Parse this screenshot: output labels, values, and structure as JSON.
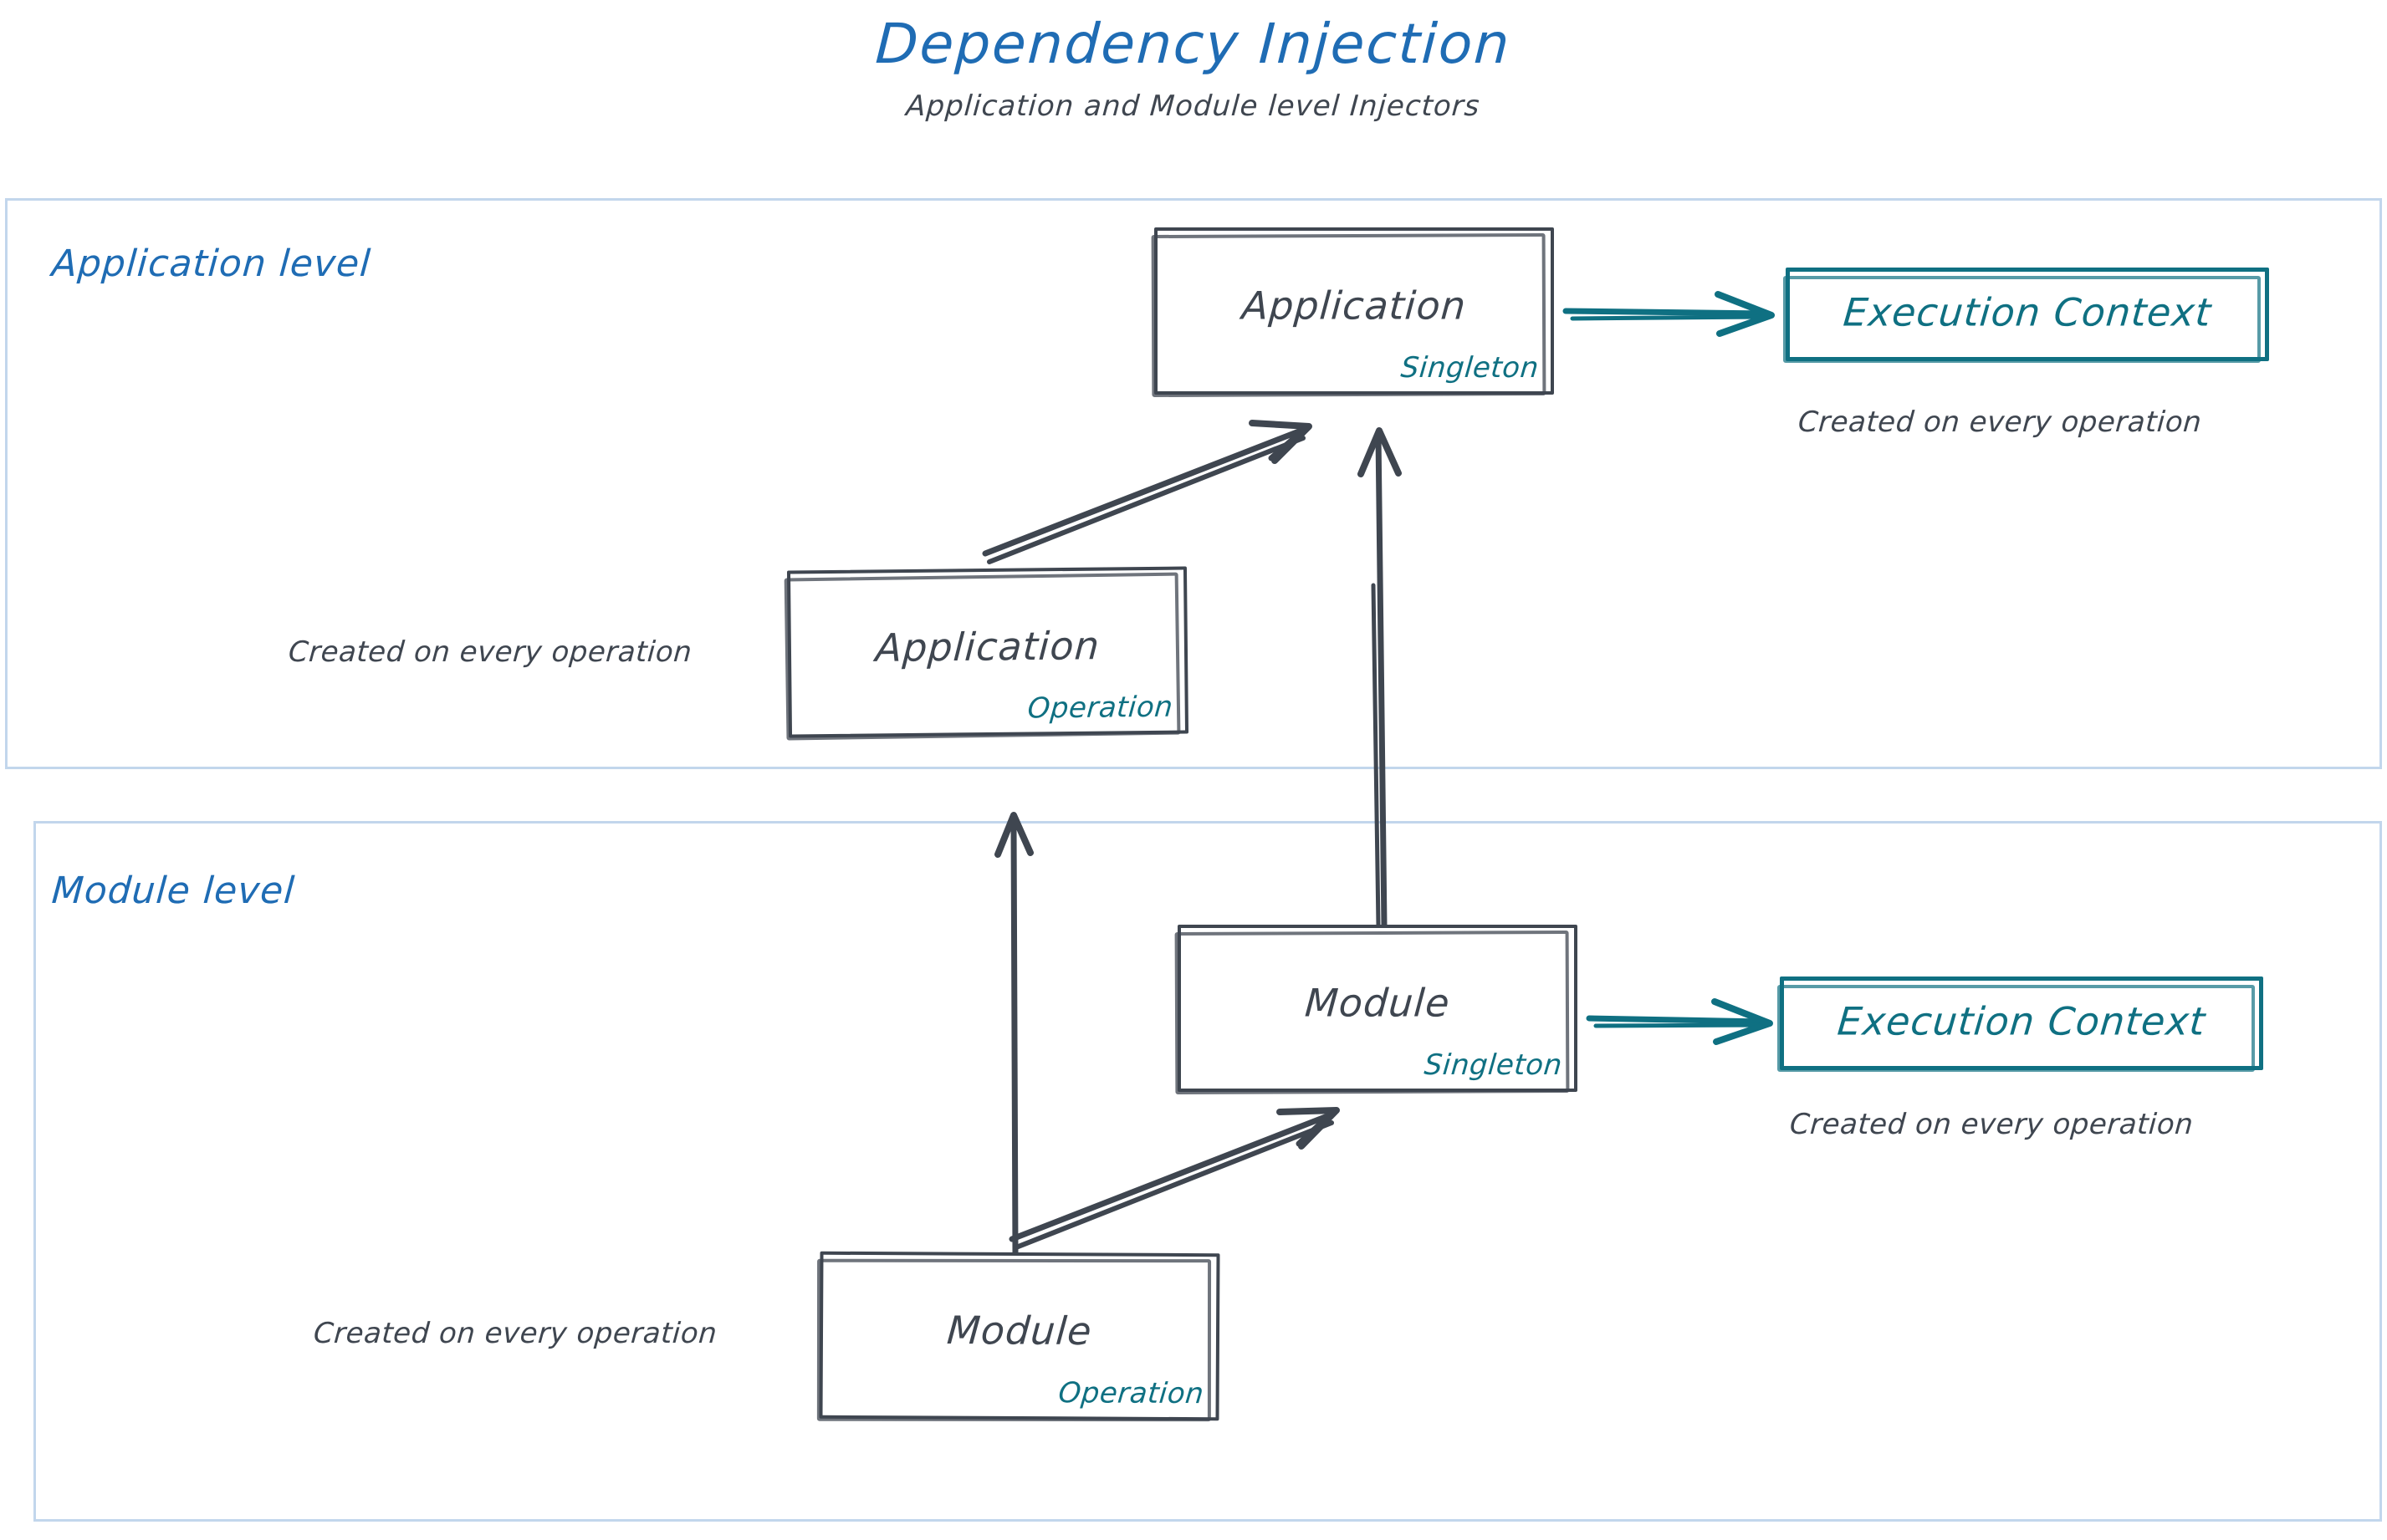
{
  "header": {
    "title": "Dependency Injection",
    "subtitle": "Application and Module level Injectors"
  },
  "colors": {
    "title_blue": "#1f6cb4",
    "lane_border": "#c2d6ec",
    "node_stroke": "#3f4650",
    "text_dark": "#3f4650",
    "teal": "#0f7082"
  },
  "lanes": [
    {
      "id": "application",
      "label": "Application level"
    },
    {
      "id": "module",
      "label": "Module level"
    }
  ],
  "nodes": [
    {
      "id": "app-singleton",
      "title": "Application",
      "scope": "Singleton",
      "lane": "application"
    },
    {
      "id": "app-operation",
      "title": "Application",
      "scope": "Operation",
      "lane": "application"
    },
    {
      "id": "module-singleton",
      "title": "Module",
      "scope": "Singleton",
      "lane": "module"
    },
    {
      "id": "module-operation",
      "title": "Module",
      "scope": "Operation",
      "lane": "module"
    }
  ],
  "exec_contexts": [
    {
      "id": "exec-app",
      "label": "Execution Context",
      "caption": "Created on every operation"
    },
    {
      "id": "exec-module",
      "label": "Execution Context",
      "caption": "Created on every operation"
    }
  ],
  "captions": {
    "app_operation": "Created on every operation",
    "module_operation": "Created on every operation",
    "exec_app": "Created on every operation",
    "exec_module": "Created on every operation"
  },
  "edges": [
    {
      "id": "edge-app-op-to-app-singleton",
      "from": "app-operation",
      "to": "app-singleton",
      "style": "sketch-arrow",
      "color": "#3f4650"
    },
    {
      "id": "edge-module-singleton-to-app-singleton",
      "from": "module-singleton",
      "to": "app-singleton",
      "style": "sketch-arrow",
      "color": "#3f4650"
    },
    {
      "id": "edge-module-op-to-module-singleton",
      "from": "module-operation",
      "to": "module-singleton",
      "style": "sketch-arrow",
      "color": "#3f4650"
    },
    {
      "id": "edge-module-op-to-app-lane",
      "from": "module-operation",
      "to": "application-lane",
      "style": "sketch-arrow",
      "color": "#3f4650"
    },
    {
      "id": "edge-app-singleton-to-exec-app",
      "from": "app-singleton",
      "to": "exec-app",
      "style": "sketch-arrow",
      "color": "#0f7082"
    },
    {
      "id": "edge-module-singleton-to-exec-module",
      "from": "module-singleton",
      "to": "exec-module",
      "style": "sketch-arrow",
      "color": "#0f7082"
    }
  ]
}
